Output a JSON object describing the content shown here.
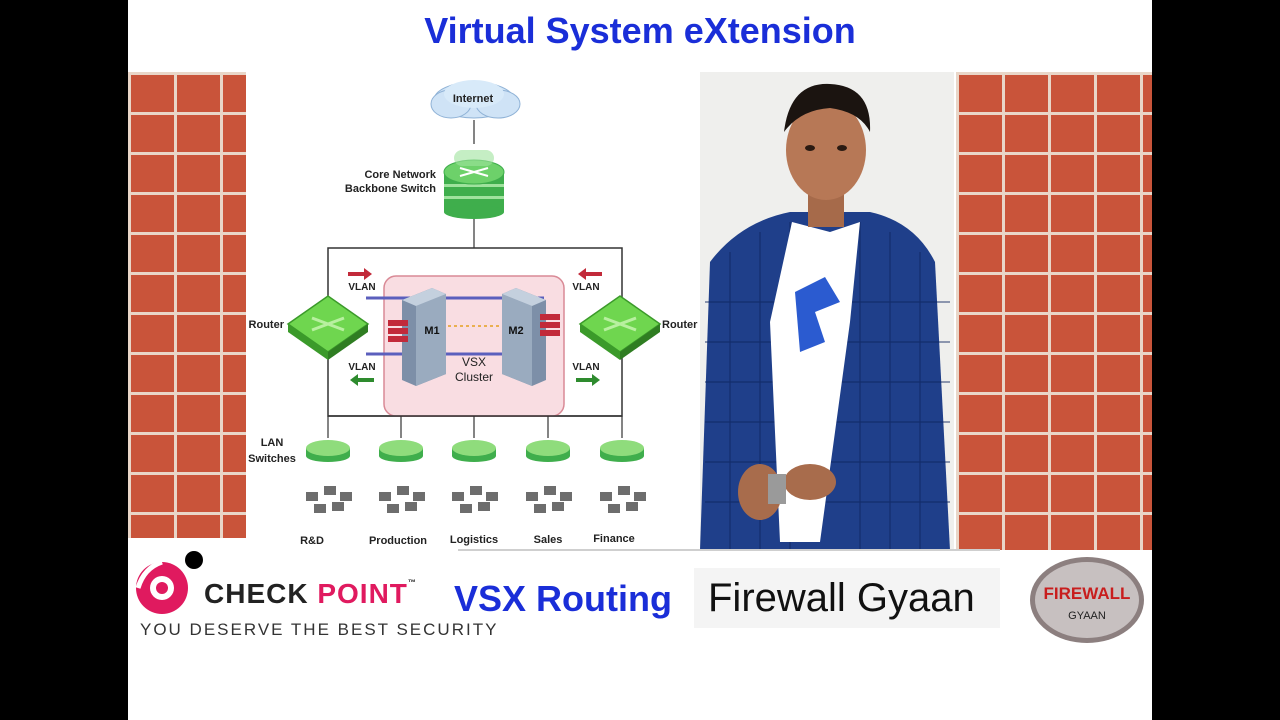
{
  "title": "Virtual System eXtension",
  "diagram": {
    "internet": "Internet",
    "core_line1": "Core Network",
    "core_line2": "Backbone Switch",
    "router_left": "Router",
    "router_right": "Router",
    "vlan": "VLAN",
    "m1": "M1",
    "m2": "M2",
    "vsx_line1": "VSX",
    "vsx_line2": "Cluster",
    "lan_line1": "LAN",
    "lan_line2": "Switches",
    "departments": [
      "R&D",
      "Production",
      "Logistics",
      "Sales",
      "Finance"
    ]
  },
  "footer": {
    "brand_black": "CHECK ",
    "brand_red": "POINT",
    "brand_tm": "™",
    "tagline": "YOU DESERVE THE BEST SECURITY",
    "vsx_routing": "VSX Routing",
    "channel": "Firewall Gyaan",
    "badge_top": "FIREWALL",
    "badge_bottom": "GYAAN"
  },
  "colors": {
    "title_blue": "#1a2ed8",
    "brand_pink": "#e01a5f",
    "switch_green": "#5cc65a",
    "router_green": "#6fd64f",
    "cluster_pink": "#f9dde2",
    "brick": "#c9543a"
  }
}
